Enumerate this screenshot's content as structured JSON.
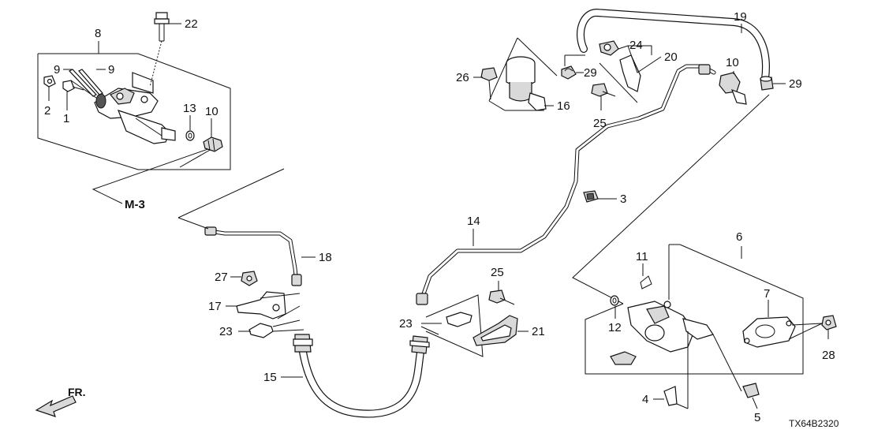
{
  "callouts": {
    "n1": "1",
    "n2": "2",
    "n3": "3",
    "n4": "4",
    "n5": "5",
    "n6": "6",
    "n7": "7",
    "n8": "8",
    "n9a": "9",
    "n9b": "9",
    "n10a": "10",
    "n10b": "10",
    "n11": "11",
    "n12": "12",
    "n13": "13",
    "n14": "14",
    "n15": "15",
    "n16": "16",
    "n17": "17",
    "n18": "18",
    "n19": "19",
    "n20": "20",
    "n21": "21",
    "n22": "22",
    "n23a": "23",
    "n23b": "23",
    "n24": "24",
    "n25a": "25",
    "n25b": "25",
    "n26": "26",
    "n27": "27",
    "n28": "28",
    "n29a": "29",
    "n29b": "29"
  },
  "reference": "M-3",
  "direction": "FR.",
  "diagram_code": "TX64B2320"
}
